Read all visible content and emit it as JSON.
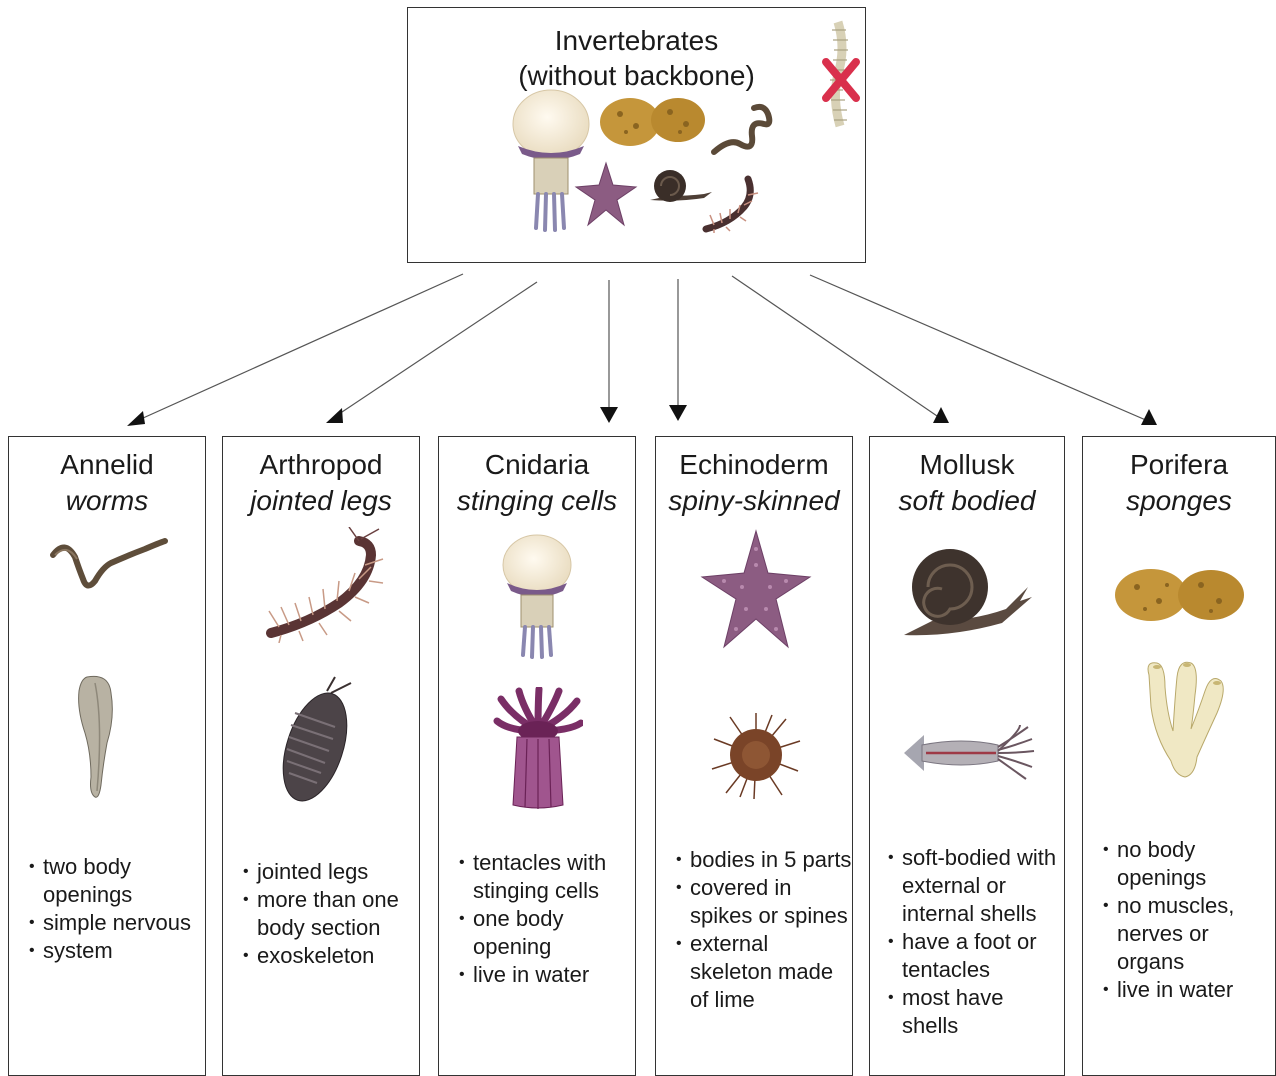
{
  "root": {
    "title": "Invertebrates",
    "subtitle": "(without backbone)",
    "icons": [
      "jellyfish-icon",
      "sponge-icon",
      "worm-icon",
      "starfish-icon",
      "snail-icon",
      "centipede-icon",
      "backbone-crossed-icon"
    ]
  },
  "columns": [
    {
      "name": "Annelid",
      "descriptor": "worms",
      "icons": [
        "earthworm-icon",
        "leech-icon"
      ],
      "bullets": [
        "two body openings",
        "simple nervous",
        "system"
      ]
    },
    {
      "name": "Arthropod",
      "descriptor": "jointed legs",
      "icons": [
        "centipede-icon",
        "woodlouse-icon"
      ],
      "bullets": [
        "jointed legs",
        "more than one body section",
        "exoskeleton"
      ]
    },
    {
      "name": "Cnidaria",
      "descriptor": "stinging cells",
      "icons": [
        "jellyfish-icon",
        "sea-anemone-icon"
      ],
      "bullets": [
        "tentacles with stinging cells",
        "one body opening",
        "live in water"
      ]
    },
    {
      "name": "Echinoderm",
      "descriptor": "spiny-skinned",
      "icons": [
        "starfish-icon",
        "sea-urchin-icon"
      ],
      "bullets": [
        "bodies in 5 parts",
        "covered in spikes or spines",
        "external skeleton  made of lime"
      ]
    },
    {
      "name": "Mollusk",
      "descriptor": "soft bodied",
      "icons": [
        "snail-icon",
        "squid-icon"
      ],
      "bullets": [
        "soft-bodied with external or internal  shells",
        "have a foot or tentacles",
        "most have shells"
      ]
    },
    {
      "name": "Porifera",
      "descriptor": "sponges",
      "icons": [
        "bath-sponge-icon",
        "tube-sponge-icon"
      ],
      "bullets": [
        "no body openings",
        "no muscles, nerves or organs",
        "live in water"
      ]
    }
  ]
}
